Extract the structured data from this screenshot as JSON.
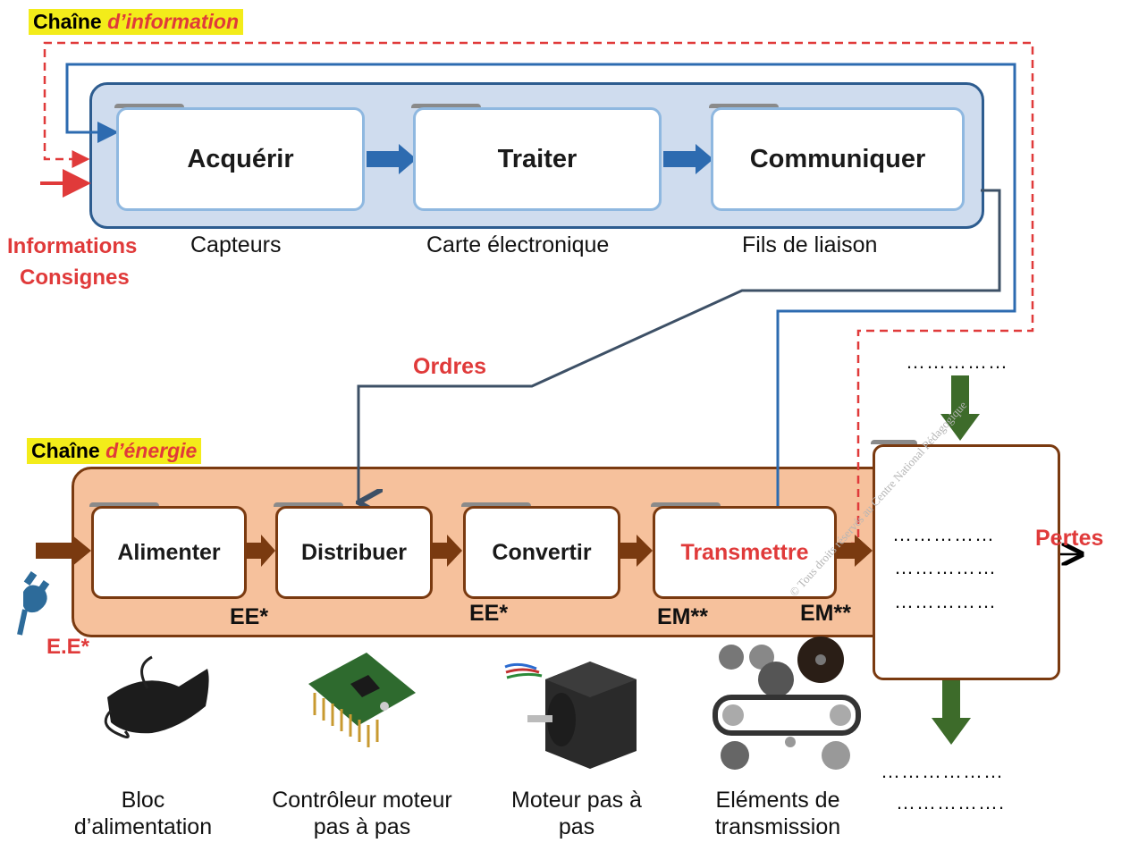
{
  "info_chain": {
    "title_prefix": "Chaîne ",
    "title_italic": "d’information",
    "blocks": [
      "Acquérir",
      "Traiter",
      "Communiquer"
    ],
    "components": [
      "Capteurs",
      "Carte électronique",
      "Fils de liaison"
    ],
    "inputs": [
      "Informations",
      "Consignes"
    ]
  },
  "orders_label": "Ordres",
  "energy_chain": {
    "title_prefix": "Chaîne ",
    "title_italic": "d’énergie",
    "blocks": [
      "Alimenter",
      "Distribuer",
      "Convertir",
      "Transmettre"
    ],
    "energy_labels": [
      "EE*",
      "EE*",
      "EM**",
      "EM**"
    ],
    "input_label": "E.E*"
  },
  "components_bottom": [
    {
      "line1": "Bloc",
      "line2": "d’alimentation"
    },
    {
      "line1": "Contrôleur moteur",
      "line2": "pas à pas"
    },
    {
      "line1": "Moteur pas à",
      "line2": "pas"
    },
    {
      "line1": "Eléments de",
      "line2": "transmission"
    }
  ],
  "effector": {
    "top_dots": "……………",
    "inner_dots": [
      "……………",
      "……………",
      "……………"
    ],
    "bottom_dots": [
      "………………",
      "……………."
    ],
    "losses_label": "Pertes"
  },
  "watermark": "© Tous droits réservés au Centre National Pédagogique",
  "colors": {
    "info_fill": "#cfdcee",
    "info_border": "#2d5c8f",
    "energy_fill": "#f6c19c",
    "energy_border": "#7a3a10",
    "flow_arrow": "#7a3a10",
    "info_arrow": "#2d6bb0",
    "red": "#e03a3a",
    "green": "#3d6b2a"
  }
}
